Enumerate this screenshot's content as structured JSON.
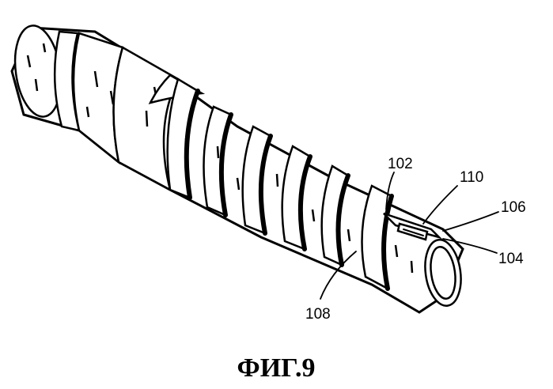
{
  "figure": {
    "caption": "ФИГ.9",
    "reference_labels": [
      {
        "id": "102",
        "text": "102"
      },
      {
        "id": "110",
        "text": "110"
      },
      {
        "id": "106",
        "text": "106"
      },
      {
        "id": "104",
        "text": "104"
      },
      {
        "id": "108",
        "text": "108"
      }
    ]
  }
}
